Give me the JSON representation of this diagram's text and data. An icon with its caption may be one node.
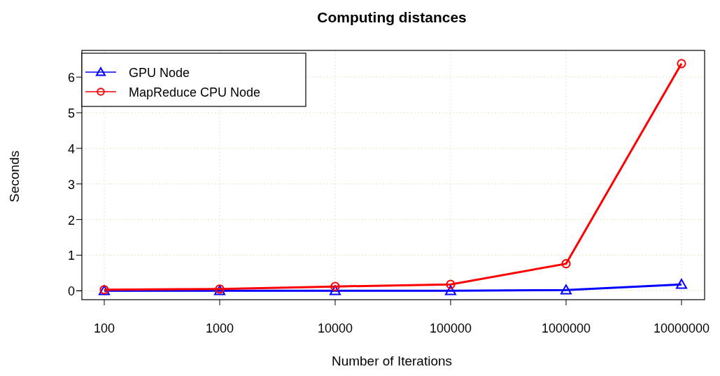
{
  "diagram": {
    "chart_data": {
      "type": "line",
      "title": "Computing distances",
      "xlabel": "Number of Iterations",
      "ylabel": "Seconds",
      "categories": [
        "100",
        "1000",
        "10000",
        "100000",
        "1000000",
        "10000000"
      ],
      "series": [
        {
          "name": "GPU Node",
          "color": "#0000ff",
          "marker": "triangle",
          "values": [
            0.0,
            0.0,
            0.0,
            0.0,
            0.02,
            0.18
          ]
        },
        {
          "name": "MapReduce CPU Node",
          "color": "#ff0000",
          "marker": "circle",
          "values": [
            0.03,
            0.05,
            0.12,
            0.18,
            0.76,
            6.38
          ]
        }
      ],
      "yticks": [
        0,
        1,
        2,
        3,
        4,
        5,
        6
      ],
      "ylim": [
        -0.25,
        6.75
      ],
      "grid": true,
      "legend": true
    }
  }
}
